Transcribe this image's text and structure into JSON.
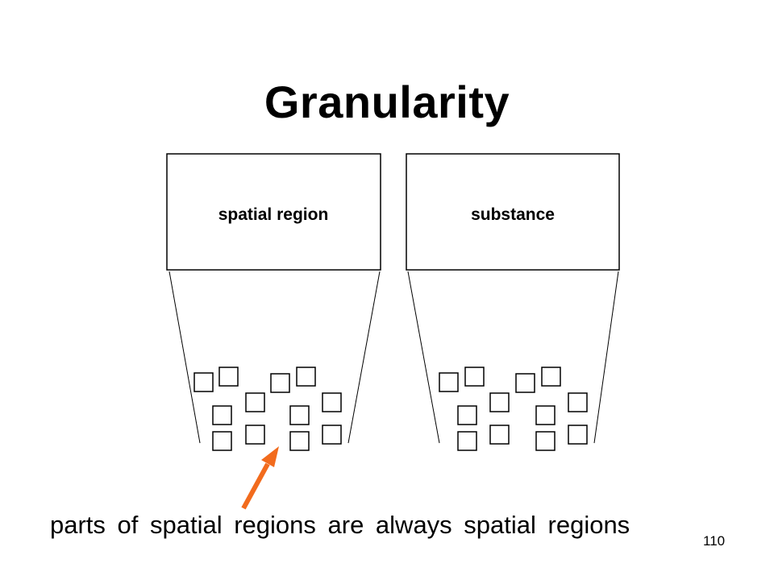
{
  "slide": {
    "title": "Granularity",
    "caption": "parts of spatial regions are always spatial regions",
    "page_number": "110"
  },
  "diagram": {
    "left_box": {
      "label": "spatial region"
    },
    "right_box": {
      "label": "substance"
    },
    "arrow_color": "#f26b1d",
    "line_color": "#000000"
  }
}
